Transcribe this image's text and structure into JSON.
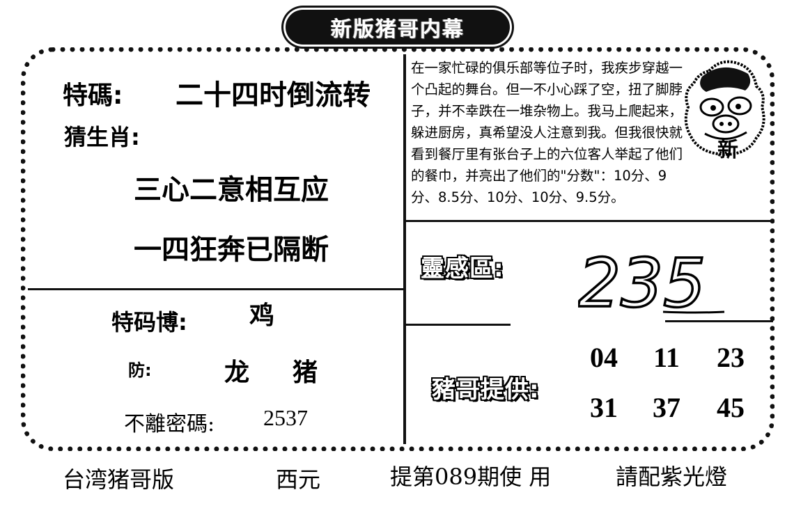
{
  "banner": {
    "title": "新版猪哥内幕"
  },
  "left": {
    "special_label": "特碼:",
    "special_value": "二十四时倒流转",
    "guess_label": "猜生肖:",
    "poem_line1": "三心二意相互应",
    "poem_line2": "一四狂奔已隔断",
    "bo_label": "特码博:",
    "bo_value": "鸡",
    "fang_label": "防:",
    "fang_value1": "龙",
    "fang_value2": "猪",
    "code_label": "不離密碼:",
    "code_value": "2537"
  },
  "story": {
    "text": "在一家忙碌的俱乐部等位子时，我疾步穿越一个凸起的舞台。但一不小心踩了空，扭了脚脖子，并不幸跌在一堆杂物上。我马上爬起来，躲进厨房，真希望没人注意到我。但我很快就看到餐厅里有张台子上的六位客人举起了他们的餐巾，并亮出了他们的\"分数\"：10分、9分、8.5分、10分、10分、9.5分。"
  },
  "inspiration": {
    "label": "靈感區:",
    "value": "235"
  },
  "provider": {
    "label": "豬哥提供:",
    "numbers_row1": [
      "04",
      "11",
      "23"
    ],
    "numbers_row2": [
      "31",
      "37",
      "45"
    ]
  },
  "footer": {
    "brand": "台湾猪哥版",
    "era": "西元",
    "issue": "提第089期使 用",
    "notice": "請配紫光燈"
  },
  "mascot": {
    "icon": "pig-head-icon",
    "badge": "新"
  }
}
